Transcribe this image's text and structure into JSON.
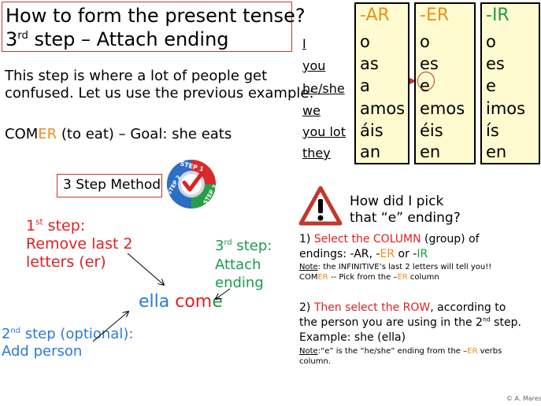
{
  "title": {
    "line1": "How to form the present tense?",
    "line2_pre": "3",
    "line2_sup": "rd",
    "line2_post": " step – Attach ending"
  },
  "intro": {
    "line1": "This step is where a lot of people get",
    "line2": "confused. Let us use the previous example:"
  },
  "comer_line": {
    "pre": "COM",
    "highlight": "ER",
    "post": " (to eat) – Goal: she eats"
  },
  "method": {
    "label": "3 Step Method",
    "badge": {
      "step1": "STEP 1",
      "step2": "STEP 2",
      "step3": "STEP 3"
    }
  },
  "step1": {
    "num": "1",
    "sup": "st",
    "l1": " step:",
    "l2": "Remove last 2",
    "l3": "letters (er)"
  },
  "step3": {
    "num": "3",
    "sup": "rd",
    "l1": "  step:",
    "l2": "Attach",
    "l3": "ending"
  },
  "example": {
    "pronoun": "ella ",
    "stem": "com",
    "ending": "e"
  },
  "step2": {
    "num": "2",
    "sup": "nd",
    "l1": "  step (optional):",
    "l2": "Add person"
  },
  "persons": [
    "I",
    "you",
    "he/she",
    "we",
    "you lot",
    "they"
  ],
  "columns": {
    "ar": {
      "header": "-AR",
      "endings": [
        "o",
        "as",
        "a",
        "amos",
        "áis",
        "an"
      ]
    },
    "er": {
      "header": "-ER",
      "endings": [
        "o",
        "es",
        "e",
        "emos",
        "éis",
        "en"
      ]
    },
    "ir": {
      "header": "-IR",
      "endings": [
        "o",
        "es",
        "e",
        "imos",
        "ís",
        "en"
      ]
    }
  },
  "question": {
    "line1": "How did I pick",
    "line2": "that “e” ending?"
  },
  "select_column": {
    "l1_pre": "1) ",
    "l1_red": "Select the COLUMN",
    "l1_post": " (group) of",
    "l2_a": "endings: -AR, -",
    "l2_er": "ER",
    "l2_b": " or -",
    "l2_ir": "IR",
    "note_label": "Note",
    "note1": ": the INFINITIVE’s last 2 letters will tell you!!",
    "note2_a": "COM",
    "note2_er": "ER",
    "note2_b": "  -- Pick from the –",
    "note2_er2": "ER",
    "note2_c": " column"
  },
  "select_row": {
    "l1_pre": "2) ",
    "l1_red": "Then select the ROW",
    "l1_post": ", according to",
    "l2_a": "the person you are using in the 2",
    "l2_sup": "nd",
    "l2_b": " step.",
    "l3": "Example: she (ella)",
    "note_label": "Note",
    "note1_a": ":“e” is the “he/she” ending from the –",
    "note1_er": "ER",
    "note1_b": " verbs",
    "note2": "column."
  },
  "copyright": "© A. Mares",
  "colors": {
    "red": "#e02020",
    "orange": "#f28c1b",
    "green": "#1e9a4a",
    "blue": "#2a7ad6",
    "column_fill": "#fffbd0"
  }
}
